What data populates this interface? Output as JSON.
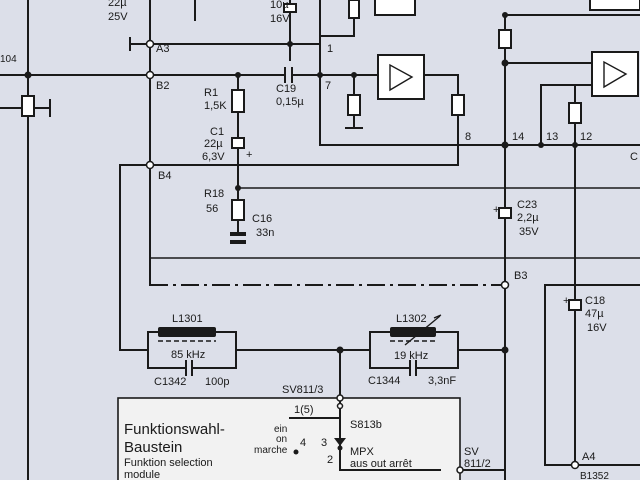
{
  "header_fragments": {
    "c_top_value": "22µ",
    "c_top_voltage": "25V",
    "c_top2_value": "10µ",
    "c_top2_voltage": "16V",
    "left_edge": "104"
  },
  "connectors": {
    "a3": "A3",
    "b2": "B2",
    "b4": "B4",
    "b3": "B3",
    "a4": "A4",
    "b1352": "B1352"
  },
  "nodes": {
    "n1": "1",
    "minus": "−",
    "n7": "7",
    "n8": "8",
    "n14": "14",
    "n13": "13",
    "n12": "12",
    "c_edge": "C",
    "plus_c1": "+",
    "plus_c23": "+",
    "plus_c18": "+"
  },
  "components": {
    "r1": {
      "name": "R1",
      "value": "1,5K"
    },
    "c19": {
      "name": "C19",
      "value": "0,15µ"
    },
    "c1": {
      "name": "C1",
      "value": "22µ",
      "voltage": "6,3V"
    },
    "r18": {
      "name": "R18",
      "value": "56"
    },
    "c16": {
      "name": "C16",
      "value": "33n"
    },
    "c23": {
      "name": "C23",
      "value": "2,2µ",
      "voltage": "35V"
    },
    "c18": {
      "name": "C18",
      "value": "47µ",
      "voltage": "16V"
    },
    "l1301": {
      "name": "L1301",
      "freq": "85 kHz"
    },
    "l1302": {
      "name": "L1302",
      "freq": "19 kHz"
    },
    "c1342": {
      "name": "C1342",
      "value": "100p"
    },
    "c1344": {
      "name": "C1344",
      "value": "3,3nF"
    }
  },
  "switch": {
    "sv811_3": "SV811/3",
    "pos_1_5": "1(5)",
    "s813b": "S813b",
    "ein": "ein",
    "on": "on",
    "marche": "marche",
    "pos4": "4",
    "pos3": "3",
    "pos2": "2",
    "mpx": "MPX",
    "aus": "aus out arrêt",
    "sv": "SV",
    "sv811_2": "811/2"
  },
  "module": {
    "title_line1": "Funktionswahl-",
    "title_line2": "Baustein",
    "en": "Funktion selection",
    "en2": "module"
  }
}
